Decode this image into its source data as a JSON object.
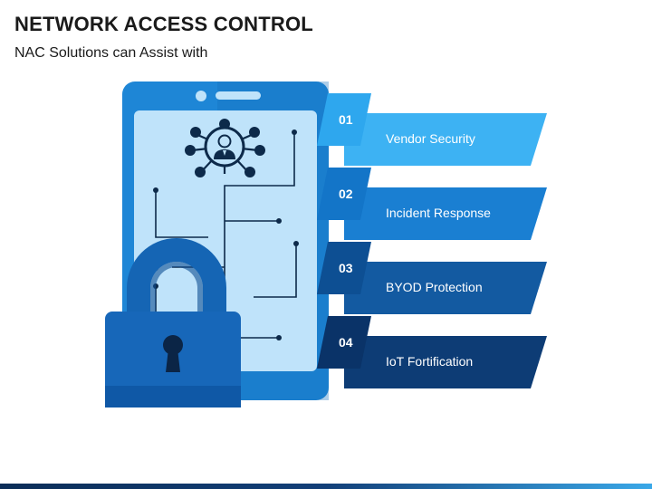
{
  "title": "NETWORK ACCESS CONTROL",
  "subtitle": "NAC Solutions can Assist with",
  "items": [
    {
      "number": "01",
      "label": "Vendor Security",
      "num_color": "#2ea7ee",
      "band_color": "#3db2f3"
    },
    {
      "number": "02",
      "label": "Incident Response",
      "num_color": "#1375c8",
      "band_color": "#1a7fd2"
    },
    {
      "number": "03",
      "label": "BYOD Protection",
      "num_color": "#0d4f93",
      "band_color": "#135aa1"
    },
    {
      "number": "04",
      "label": "IoT Fortification",
      "num_color": "#0a3368",
      "band_color": "#0d3c75"
    }
  ],
  "colors": {
    "phone_body": "#1e86d6",
    "phone_screen": "#bfe3fa",
    "lock_body": "#1767b9",
    "circuit_line": "#0d2a4a"
  },
  "icons": [
    "smartphone-icon",
    "user-network-icon",
    "padlock-icon"
  ]
}
